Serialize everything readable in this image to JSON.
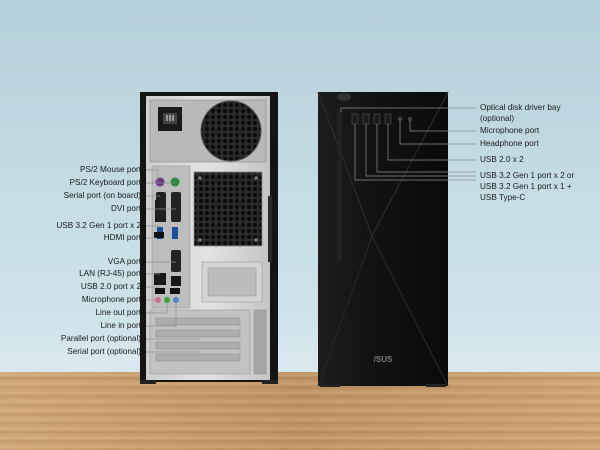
{
  "left_labels": [
    "PS/2 Mouse port",
    "PS/2 Keyboard port",
    "Serial port (on board)",
    "DVI port",
    "USB 3.2 Gen 1 port x 2",
    "HDMI port",
    "VGA port",
    "LAN (RJ-45) port",
    "USB 2.0 port x 2",
    "Microphone port",
    "Line out port",
    "Line in port",
    "Parallel port (optional)",
    "Serial port (optional)"
  ],
  "right_labels": [
    "Optical disk driver bay",
    "(optional)",
    "Microphone port",
    "Headphone port",
    "USB 2.0 x 2",
    "USB 3.2 Gen 1 port x 2 or",
    "USB 3.2 Gen 1 port x 1 +",
    "USB Type-C"
  ],
  "brand": "/SUS"
}
